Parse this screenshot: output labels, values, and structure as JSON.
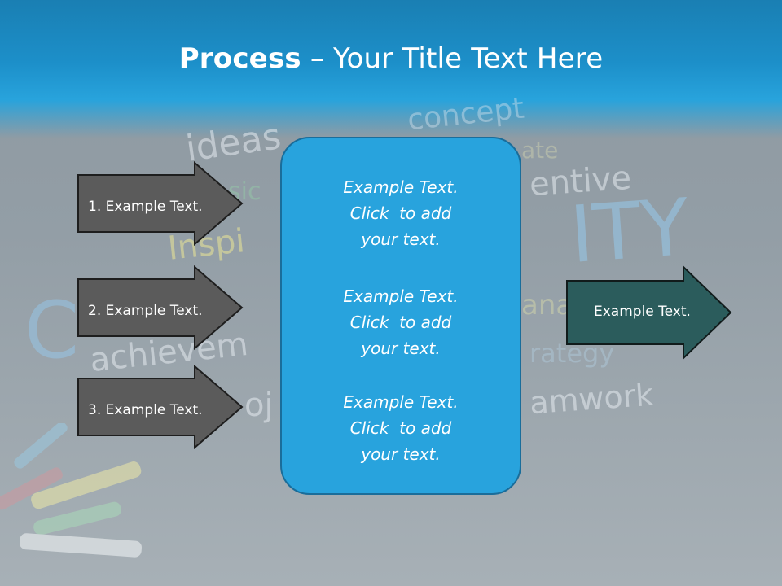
{
  "title": {
    "bold": "Process",
    "rest": " – Your Title Text Here"
  },
  "background_words": [
    "ideas",
    "concept",
    "sic",
    "ate",
    "entive",
    "Inspi",
    "ITY",
    "C",
    "achievem",
    "ana",
    "rategy",
    "oj",
    "amwork"
  ],
  "left_arrows": [
    {
      "label": "1. Example Text."
    },
    {
      "label": "2. Example Text."
    },
    {
      "label": "3. Example Text."
    }
  ],
  "center_box": {
    "items": [
      {
        "line1": "Example Text.",
        "line2": "Click  to add",
        "line3": "your text."
      },
      {
        "line1": "Example Text.",
        "line2": "Click  to add",
        "line3": "your text."
      },
      {
        "line1": "Example Text.",
        "line2": "Click  to add",
        "line3": "your text."
      }
    ]
  },
  "right_arrow": {
    "label": "Example Text."
  },
  "colors": {
    "header": "#1c8fc9",
    "left_arrow_fill": "#5b5b5b",
    "center_box_fill": "#28a3dd",
    "right_arrow_fill": "#2b5c5c"
  }
}
